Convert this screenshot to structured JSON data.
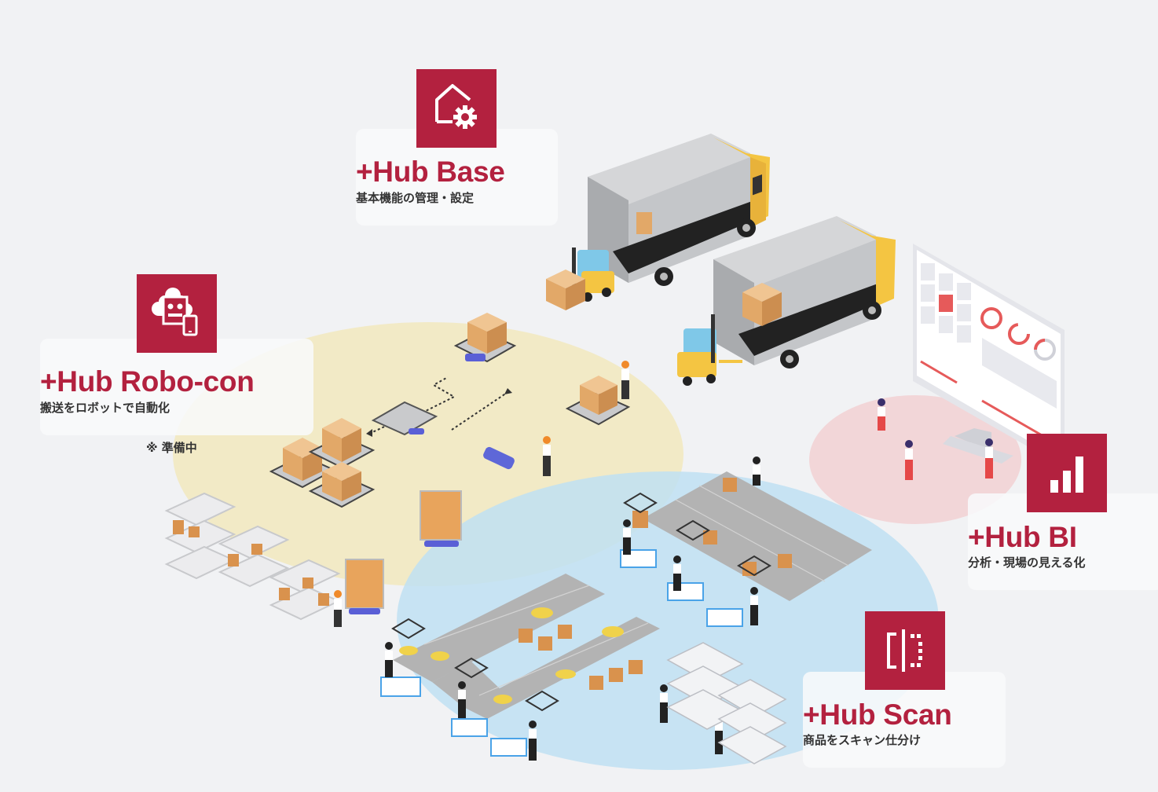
{
  "colors": {
    "background": "#f1f2f4",
    "brand": "#b3213f",
    "zone_robocon": "#f1e9c3",
    "zone_scan": "#c4e2f2",
    "zone_bi": "#f2d8da",
    "truck_cab": "#f4c542",
    "box": "#e2a868"
  },
  "products": [
    {
      "id": "base",
      "name": "+Hub Base",
      "subtitle": "基本機能の管理・設定",
      "icon": "house-gear-icon"
    },
    {
      "id": "robocon",
      "name": "+Hub Robo-con",
      "subtitle": "搬送をロボットで自動化",
      "icon": "robot-tablet-icon",
      "note": "※ 準備中"
    },
    {
      "id": "bi",
      "name": "+Hub BI",
      "subtitle": "分析・現場の見える化",
      "icon": "bar-chart-icon"
    },
    {
      "id": "scan",
      "name": "+Hub Scan",
      "subtitle": "商品をスキャン仕分け",
      "icon": "scan-sort-icon"
    }
  ]
}
